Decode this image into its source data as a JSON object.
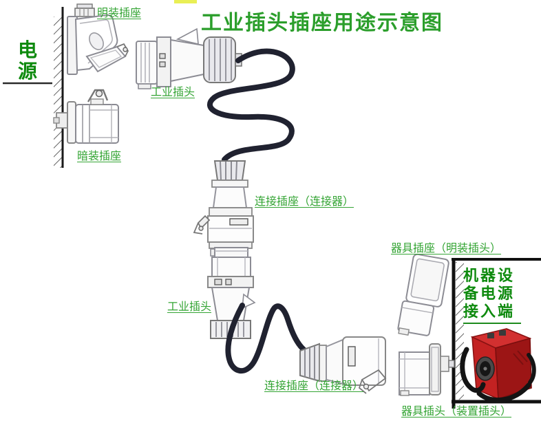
{
  "title": "工业插头插座用途示意图",
  "left_panel": {
    "power_label": "电源"
  },
  "labels": {
    "surface_socket": "明装插座",
    "flush_socket": "暗装插座",
    "industrial_plug_top": "工业插头",
    "connector_socket_top": "连接插座（连接器）",
    "industrial_plug_bottom": "工业插头",
    "connector_socket_bottom": "连接插座（连接器）",
    "appliance_socket": "器具插座（明装插头）",
    "appliance_plug": "器具插头（装置插头）"
  },
  "right_panel": {
    "machine_power_lines": [
      "机器设",
      "备电源",
      "接入端"
    ]
  },
  "colors": {
    "title_green": "#2b9e2b",
    "label_green": "#33a433",
    "bold_green": "#0e8a0e",
    "cable_dark": "#202230",
    "wall_black": "#1a1a1a",
    "machine_red": "#c32222",
    "accent_yellow": "#e9ef55"
  }
}
